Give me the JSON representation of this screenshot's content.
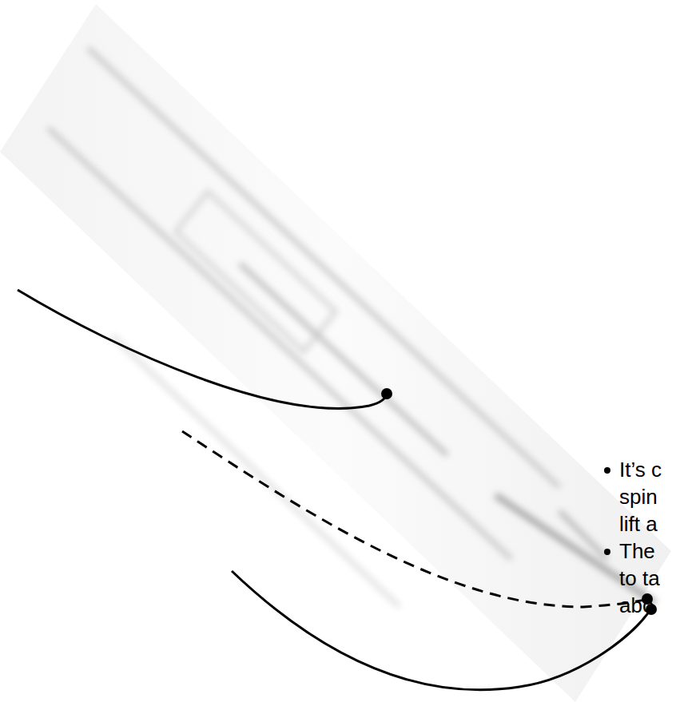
{
  "diagram": {
    "labels": [
      "It’s c",
      "spin",
      "lift a",
      "The",
      "to ta",
      "abo"
    ]
  }
}
